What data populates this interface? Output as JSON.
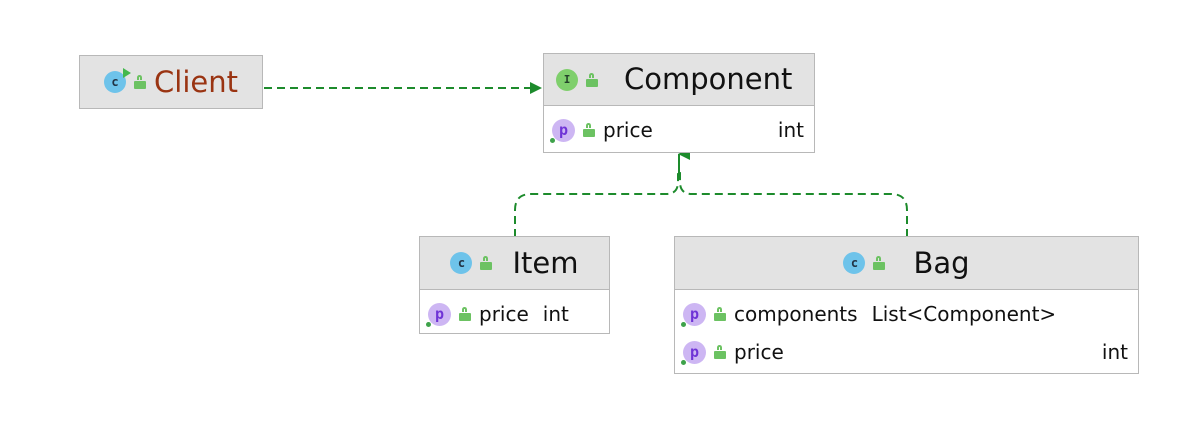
{
  "diagram": {
    "nodes": {
      "client": {
        "kind": "class",
        "title": "Client",
        "badge": "c",
        "icon": "class-run-icon",
        "lock_icon": "public-lock-icon"
      },
      "component": {
        "kind": "interface",
        "title": "Component",
        "badge": "I",
        "icon": "interface-icon",
        "lock_icon": "public-lock-icon",
        "fields": [
          {
            "badge": "p",
            "name": "price",
            "type": "int"
          }
        ]
      },
      "item": {
        "kind": "class",
        "title": "Item",
        "badge": "c",
        "icon": "class-icon",
        "lock_icon": "public-lock-icon",
        "fields": [
          {
            "badge": "p",
            "name": "price",
            "type": "int"
          }
        ]
      },
      "bag": {
        "kind": "class",
        "title": "Bag",
        "badge": "c",
        "icon": "class-icon",
        "lock_icon": "public-lock-icon",
        "fields": [
          {
            "badge": "p",
            "name": "components",
            "type": "List<Component>"
          },
          {
            "badge": "p",
            "name": "price",
            "type": "int"
          }
        ]
      }
    },
    "relations": [
      {
        "from": "Client",
        "to": "Component",
        "style": "dashed-arrow"
      },
      {
        "from": "Item",
        "to": "Component",
        "style": "dashed-realization"
      },
      {
        "from": "Bag",
        "to": "Component",
        "style": "dashed-realization"
      }
    ],
    "colors": {
      "header_fill": "#e3e3e3",
      "border": "#b8b8b8",
      "edge": "#1d8b2c",
      "class_badge": "#6ec3ea",
      "interface_badge": "#7fcf6c",
      "property_badge": "#cdb6f3",
      "client_title": "#9a3412"
    }
  }
}
